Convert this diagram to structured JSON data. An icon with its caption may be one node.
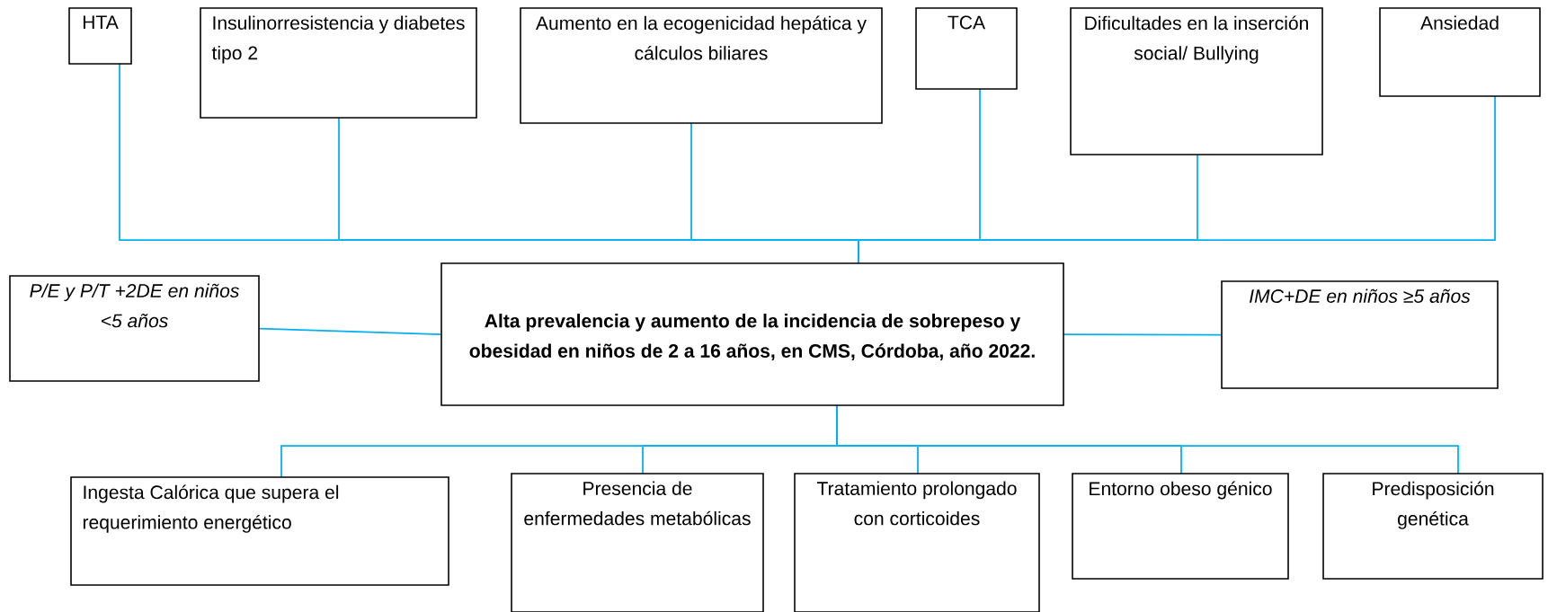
{
  "diagram": {
    "nodes": [
      {
        "text": [
          "HTA"
        ]
      },
      {
        "text": [
          "Insulinorresistencia y diabetes tipo 2"
        ]
      },
      {
        "text": [
          "Aumento en la ecogenicidad hepática y cálculos biliares"
        ]
      },
      {
        "text": [
          "TCA"
        ]
      },
      {
        "text": [
          "Dificultades en la inserción social/ Bullying"
        ]
      },
      {
        "text": [
          "Ansiedad"
        ]
      },
      {
        "text": [
          "P/E y P/T +2DE en niños <5 años"
        ]
      },
      {
        "text": [
          "Alta prevalencia y aumento de la incidencia de sobrepeso y obesidad en niños de 2 a 16 años, en CMS, Córdoba, año 2022."
        ]
      },
      {
        "text": [
          "IMC+DE en niños ≥5 años"
        ]
      },
      {
        "text": [
          "Ingesta Calórica que supera el requerimiento energético"
        ]
      },
      {
        "text": [
          "Presencia de enfermedades metabólicas"
        ]
      },
      {
        "text": [
          "Tratamiento prolongado con corticoides"
        ]
      },
      {
        "text": [
          "Entorno obeso génico"
        ]
      },
      {
        "text": [
          "Predisposición genética"
        ]
      }
    ],
    "edges": [
      {
        "from": 0,
        "to": 7,
        "arrow": "none"
      },
      {
        "from": 1,
        "to": 7,
        "arrow": "none"
      },
      {
        "from": 2,
        "to": 7,
        "arrow": "none"
      },
      {
        "from": 3,
        "to": 7,
        "arrow": "none"
      },
      {
        "from": 4,
        "to": 7,
        "arrow": "none"
      },
      {
        "from": 5,
        "to": 7,
        "arrow": "none"
      },
      {
        "from": 6,
        "to": 7,
        "arrow": "none"
      },
      {
        "from": 7,
        "to": 8,
        "arrow": "none"
      },
      {
        "from": 7,
        "to": 9,
        "arrow": "none"
      },
      {
        "from": 7,
        "to": 10,
        "arrow": "none"
      },
      {
        "from": 7,
        "to": 11,
        "arrow": "none"
      },
      {
        "from": 7,
        "to": 12,
        "arrow": "none"
      },
      {
        "from": 7,
        "to": 13,
        "arrow": "none"
      }
    ]
  }
}
